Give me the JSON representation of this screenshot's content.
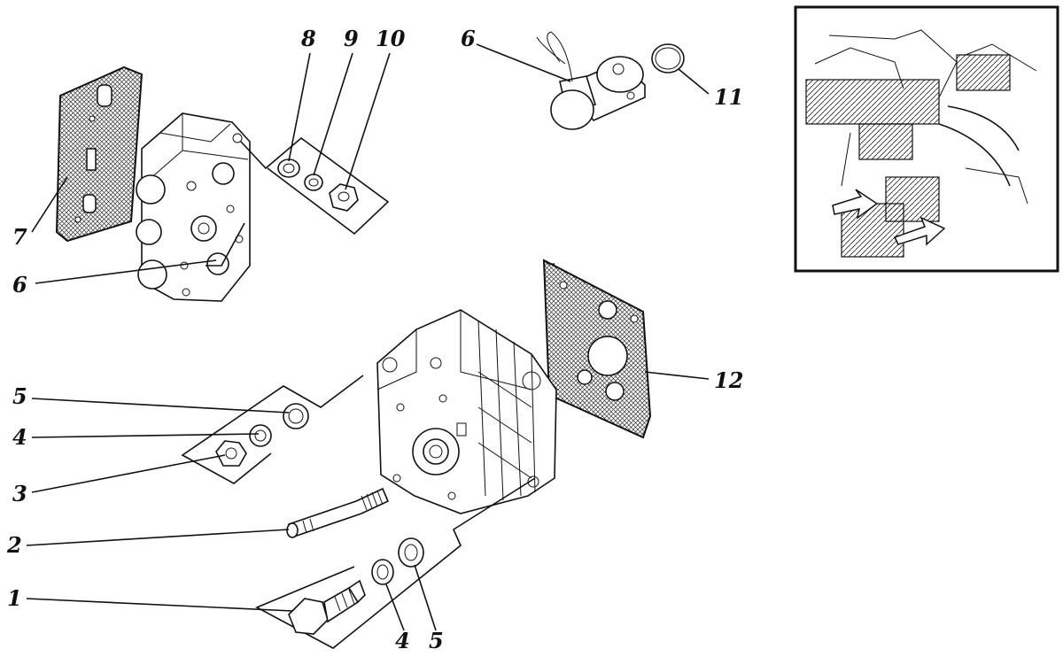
{
  "labels": {
    "l1": "1",
    "l2": "2",
    "l3": "3",
    "l4a": "4",
    "l4b": "4",
    "l5a": "5",
    "l5b": "5",
    "l6a": "6",
    "l6b": "6",
    "l7": "7",
    "l8": "8",
    "l9": "9",
    "l10": "10",
    "l11": "11",
    "l12": "12"
  },
  "colors": {
    "ink": "#111111",
    "paper": "#ffffff"
  }
}
